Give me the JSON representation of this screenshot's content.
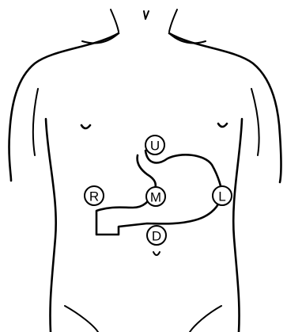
{
  "diagram": {
    "markers": [
      {
        "id": "upper",
        "label": "U"
      },
      {
        "id": "right",
        "label": "R"
      },
      {
        "id": "middle",
        "label": "M"
      },
      {
        "id": "left",
        "label": "L"
      },
      {
        "id": "down",
        "label": "D"
      }
    ]
  }
}
